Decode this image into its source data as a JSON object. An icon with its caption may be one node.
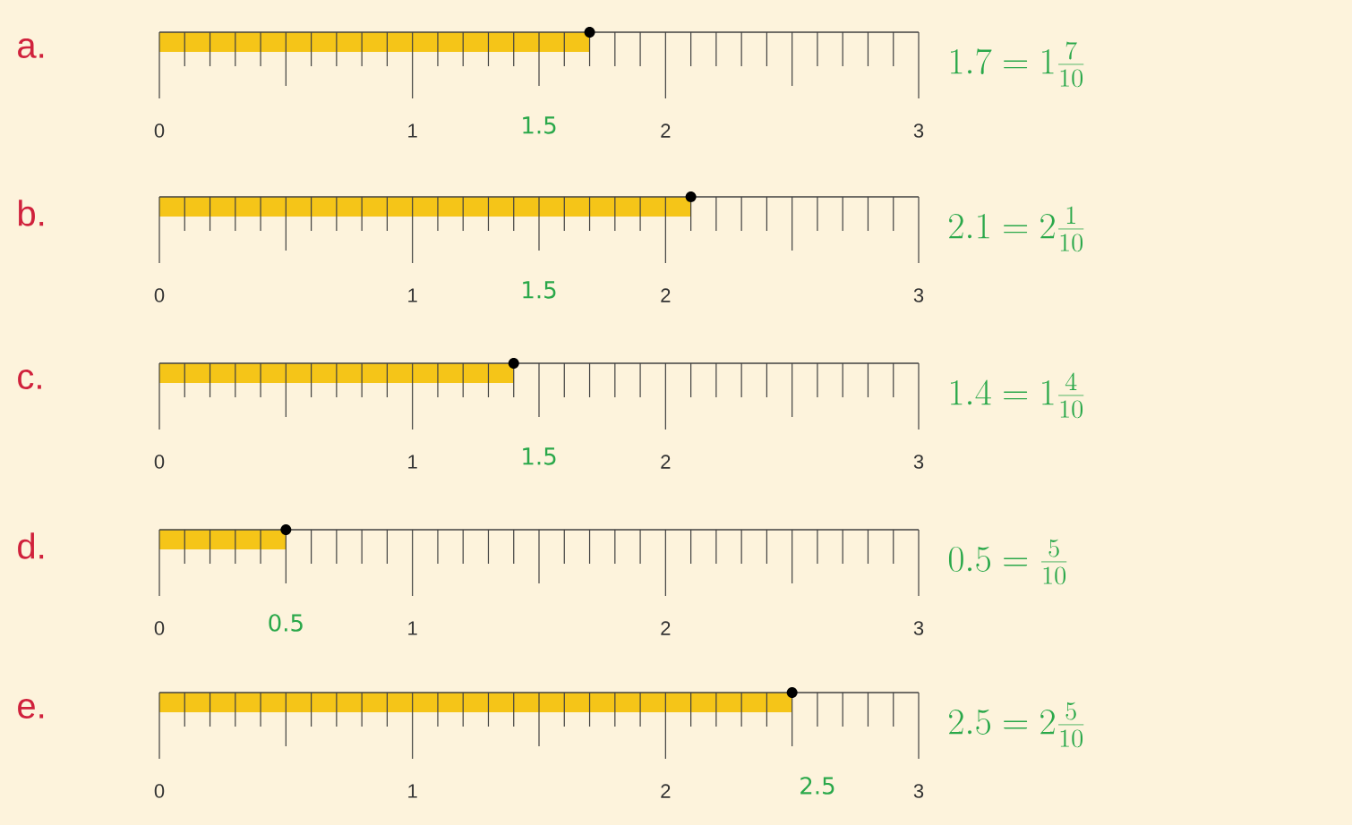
{
  "diagram": {
    "labels": [
      "a.",
      "1.7 = 1\\frac{7}{10}",
      "0",
      "1",
      "1.5",
      "2",
      "3",
      "b.",
      "2.1 = 2\\frac{1}{10}",
      "0",
      "1",
      "1.5",
      "2",
      "3",
      "c.",
      "1.4 = 1\\frac{4}{10}",
      "0",
      "1",
      "1.5",
      "2",
      "3",
      "d.",
      "0.5 = \\frac{5}{10}",
      "0",
      "0.5",
      "1",
      "2",
      "3",
      "e.",
      "2.5 = 2\\frac{5}{10}",
      "0",
      "1",
      "2",
      "2.5",
      "3"
    ]
  }
}
